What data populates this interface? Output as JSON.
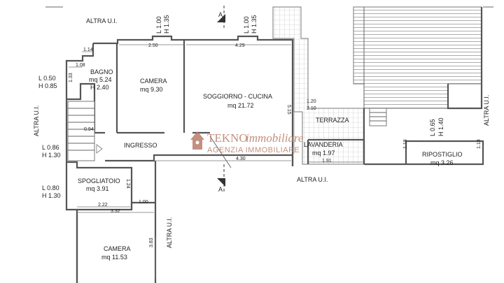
{
  "labels": {
    "altra_top": "ALTRA U.I.",
    "altra_left": "ALTRA U.I.",
    "altra_bottom": "ALTRA U.I.",
    "altra_vert_mid": "ALTRA U.I.",
    "altra_vert_right": "ALTRA U.I.",
    "camera1": "CAMERA",
    "camera1_area": "mq 9.30",
    "bagno": "BAGNO",
    "bagno_area": "mq 5.24",
    "bagno_h": "H 2.40",
    "soggiorno": "SOGGIORNO - CUCINA",
    "soggiorno_area": "mq 21.72",
    "ingresso": "INGRESSO",
    "terrazza": "TERRAZZA",
    "lavanderia": "LAVANDERIA",
    "lavanderia_area": "mq 1.97",
    "ripostiglio": "RIPOSTIGLIO",
    "ripostiglio_area": "mq 3.26",
    "spogliatoio": "SPOGLIATOIO",
    "spogliatoio_area": "mq 3.91",
    "camera2": "CAMERA",
    "camera2_area": "mq 11.53",
    "section_a": "A"
  },
  "dimensions": {
    "d250": "2.50",
    "d429": "4.29",
    "d114": "1.14",
    "d108": "1.08",
    "d133": "1.33",
    "d094": "0.94",
    "d515": "5.15",
    "d430": "4.30",
    "d191": "1.91",
    "d124": "1.24",
    "d222": "2.22",
    "d100": "1.00",
    "d332": "3.32",
    "d383": "3.83",
    "d120": "1.20",
    "d210": "2.10",
    "d118a": "1.18",
    "d118b": "1.18",
    "w1_l": "L 1.00",
    "w1_h": "H 1.35",
    "w2_l": "L 1.00",
    "w2_h": "H 1.35",
    "w3_l": "L 0.50",
    "w3_h": "H 0.85",
    "w4_l": "L 0.86",
    "w4_h": "H 1.30",
    "w5_l": "L 0.80",
    "w5_h": "H 1.30",
    "w6_l": "L 0.65",
    "w6_h": "H 1.40"
  },
  "logo": {
    "name_a": "TEKNO",
    "name_b": "immobiliare",
    "tagline": "AGENZIA IMMOBILIARE",
    "brand_color": "#b97c6a"
  }
}
